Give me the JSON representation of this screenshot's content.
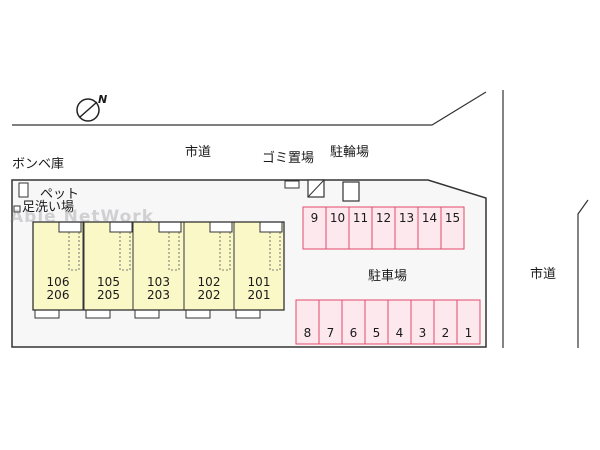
{
  "map": {
    "road_top_label": "市道",
    "road_right_label": "市道",
    "gas_storage_label": "ボンベ庫",
    "pet_footwash_label_line1": "ペット",
    "pet_footwash_label_line2": "足洗い場",
    "garbage_label": "ゴミ置場",
    "bicycle_label": "駐輪場",
    "parking_label": "駐車場",
    "watermark": "Able NetWork",
    "north_symbol_letter": "N",
    "units": [
      {
        "lower": "106",
        "upper": "206"
      },
      {
        "lower": "105",
        "upper": "205"
      },
      {
        "lower": "103",
        "upper": "203"
      },
      {
        "lower": "102",
        "upper": "202"
      },
      {
        "lower": "101",
        "upper": "201"
      }
    ],
    "parking_top_row": [
      "9",
      "10",
      "11",
      "12",
      "13",
      "14",
      "15"
    ],
    "parking_bottom_row": [
      "8",
      "7",
      "6",
      "5",
      "4",
      "3",
      "2",
      "1"
    ],
    "colors": {
      "building_fill": "#fbf8c8",
      "parking_fill": "#fde8ee",
      "parking_stroke": "#e24a6a",
      "line": "#333333"
    }
  }
}
